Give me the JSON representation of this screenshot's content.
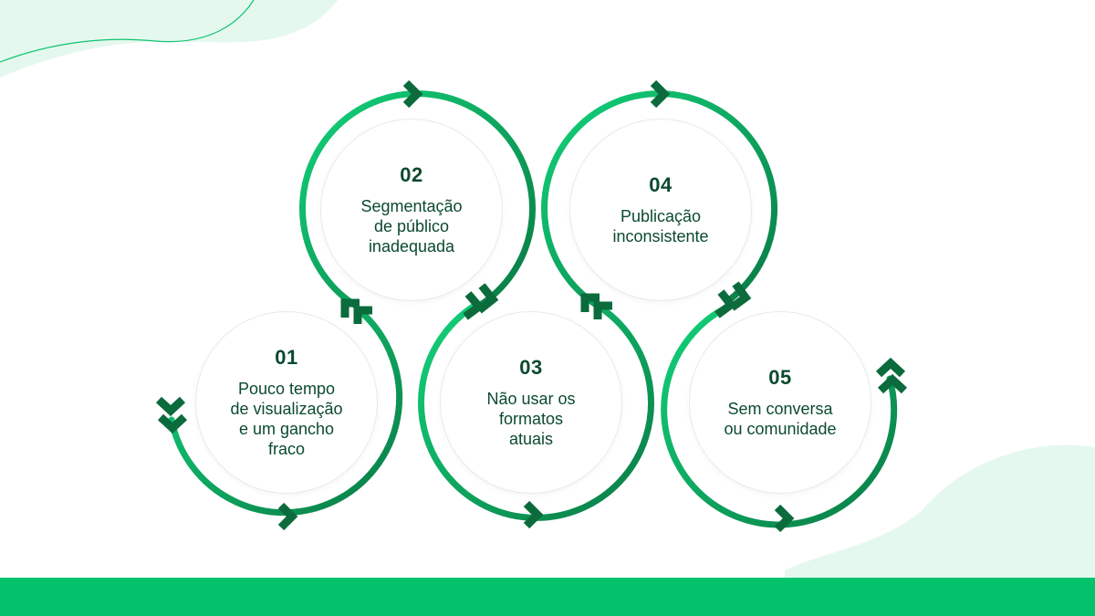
{
  "steps": [
    {
      "number": "01",
      "lines": [
        "Pouco tempo",
        "de visualização",
        "e um gancho",
        "fraco"
      ]
    },
    {
      "number": "02",
      "lines": [
        "Segmentação",
        "de público",
        "inadequada"
      ]
    },
    {
      "number": "03",
      "lines": [
        "Não usar os",
        "formatos",
        "atuais"
      ]
    },
    {
      "number": "04",
      "lines": [
        "Publicação",
        "inconsistente"
      ]
    },
    {
      "number": "05",
      "lines": [
        "Sem conversa",
        "ou comunidade"
      ]
    }
  ],
  "colors": {
    "ring_light": "#0fc46f",
    "ring_dark": "#0a7a45",
    "arrow": "#0b6b3c",
    "text": "#0b4a2e",
    "bottom_bar": "#02c26c",
    "blob": "#e4f8ee"
  }
}
